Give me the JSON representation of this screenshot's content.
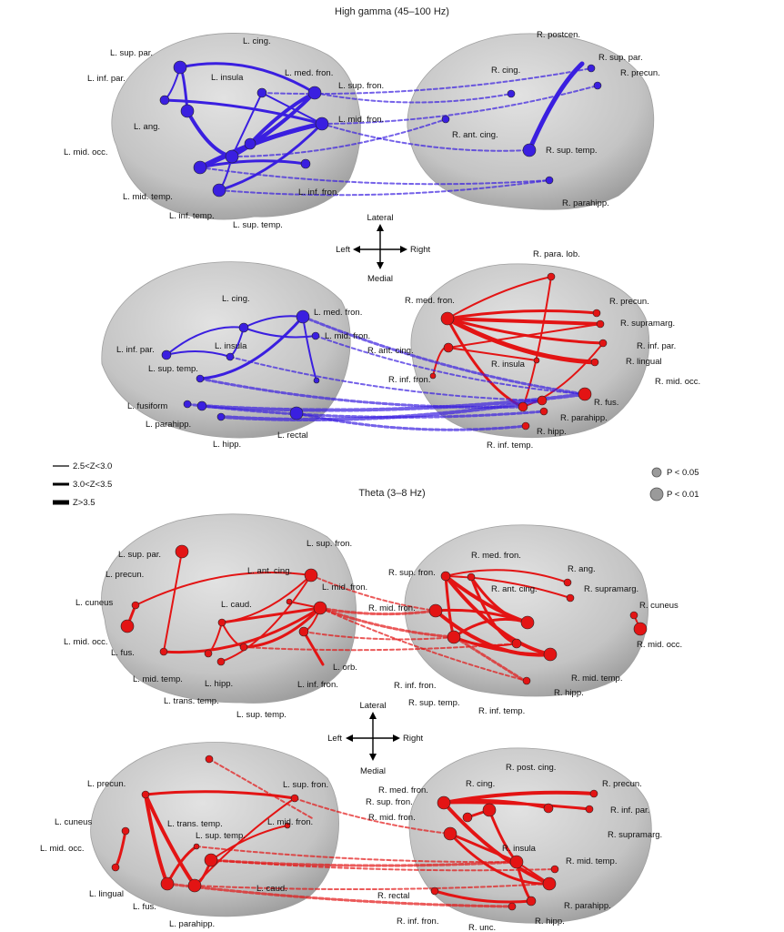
{
  "figure": {
    "panels": [
      {
        "id": "high-gamma",
        "title": "High gamma (45–100 Hz)",
        "directions": {
          "top": "Lateral",
          "left": "Left",
          "right": "Right",
          "bottom": "Medial"
        }
      },
      {
        "id": "theta",
        "title": "Theta (3–8 Hz)",
        "directions": {
          "top": "Lateral",
          "left": "Left",
          "right": "Right",
          "bottom": "Medial"
        }
      }
    ],
    "legend": {
      "line_widths": [
        "2.5<Z<3.0",
        "3.0<Z<3.5",
        "Z>3.5"
      ],
      "node_sizes": [
        "P < 0.05",
        "P < 0.01"
      ]
    },
    "colors": {
      "high_gamma": "#3a1fe0",
      "theta": "#e31414",
      "brain": "#c8c8c8"
    }
  },
  "labels": {
    "hg_lat_left": [
      "L. sup. par.",
      "L. cing.",
      "L. inf. par.",
      "L. insula",
      "L. med. fron.",
      "L. sup. fron.",
      "L. ang.",
      "L. mid. fron.",
      "L. mid. occ.",
      "L. mid. temp.",
      "L. inf. fron.",
      "L. inf. temp.",
      "L. sup. temp."
    ],
    "hg_lat_right": [
      "R. postcen.",
      "R. sup. par.",
      "R. cing.",
      "R. precun.",
      "R. ant. cing.",
      "R. sup. temp.",
      "R. parahipp."
    ],
    "hg_med_left": [
      "L. cing.",
      "L. med. fron.",
      "L. mid. fron.",
      "L. inf. par.",
      "L. insula",
      "L. sup. temp.",
      "L. fusiform",
      "L. parahipp.",
      "L. hipp.",
      "L. rectal"
    ],
    "hg_med_right": [
      "R. para. lob.",
      "R. med. fron.",
      "R. precun.",
      "R. supramarg.",
      "R. ant. cing.",
      "R. inf. par.",
      "R. lingual",
      "R. insula",
      "R. inf. fron.",
      "R. mid. occ.",
      "R. fus.",
      "R. parahipp.",
      "R. hipp.",
      "R. inf. temp."
    ],
    "th_lat_left": [
      "L. sup. fron.",
      "L. sup. par.",
      "L. ant. cing.",
      "L. precun.",
      "L. mid. fron.",
      "L. caud.",
      "L. cuneus",
      "L. mid. occ.",
      "L. fus.",
      "L. orb.",
      "L. mid. temp.",
      "L. hipp.",
      "L. inf. fron.",
      "L. trans. temp.",
      "L. sup. temp."
    ],
    "th_lat_right": [
      "R. med. fron.",
      "R. sup. fron.",
      "R. ang.",
      "R. ant. cing.",
      "R. supramarg.",
      "R. mid. fron.",
      "R. cuneus",
      "R. mid. occ.",
      "R. mid. temp.",
      "R. inf. fron.",
      "R. hipp.",
      "R. sup. temp.",
      "R. inf. temp."
    ],
    "th_med_left": [
      "L. precun.",
      "L. sup. fron.",
      "L. cuneus",
      "L. trans. temp.",
      "L. mid. fron.",
      "L. sup. temp.",
      "L. mid. occ.",
      "L. caud.",
      "L. lingual",
      "L. fus.",
      "L. parahipp."
    ],
    "th_med_right": [
      "R. post. cing.",
      "R. med. fron.",
      "R. cing.",
      "R. precun.",
      "R. sup. fron.",
      "R. inf. par.",
      "R. mid. fron.",
      "R. supramarg.",
      "R. insula",
      "R. mid. temp.",
      "R. rectal",
      "R. parahipp.",
      "R. inf. fron.",
      "R. unc.",
      "R. hipp."
    ]
  }
}
